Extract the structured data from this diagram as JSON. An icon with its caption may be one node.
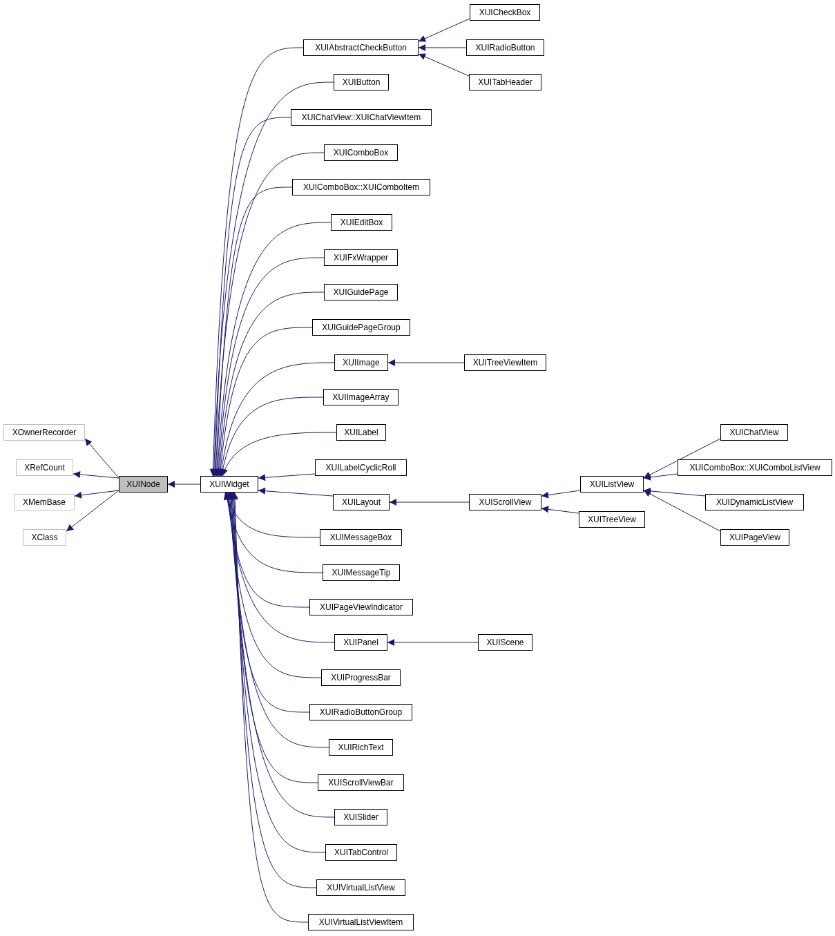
{
  "diagram": {
    "nodes": [
      {
        "text": [
          "XOwnerRecorder"
        ]
      },
      {
        "text": [
          "XRefCount"
        ]
      },
      {
        "text": [
          "XMemBase"
        ]
      },
      {
        "text": [
          "XClass"
        ]
      },
      {
        "text": [
          "XUINode"
        ]
      },
      {
        "text": [
          "XUIWidget"
        ]
      },
      {
        "text": [
          "XUIAbstractCheckButton"
        ]
      },
      {
        "text": [
          "XUICheckBox"
        ]
      },
      {
        "text": [
          "XUIRadioButton"
        ]
      },
      {
        "text": [
          "XUITabHeader"
        ]
      },
      {
        "text": [
          "XUIButton"
        ]
      },
      {
        "text": [
          "XUIChatView::XUIChatViewItem"
        ]
      },
      {
        "text": [
          "XUIComboBox"
        ]
      },
      {
        "text": [
          "XUIComboBox::XUIComboItem"
        ]
      },
      {
        "text": [
          "XUIEditBox"
        ]
      },
      {
        "text": [
          "XUIFxWrapper"
        ]
      },
      {
        "text": [
          "XUIGuidePage"
        ]
      },
      {
        "text": [
          "XUIGuidePageGroup"
        ]
      },
      {
        "text": [
          "XUIImage"
        ]
      },
      {
        "text": [
          "XUITreeViewItem"
        ]
      },
      {
        "text": [
          "XUIImageArray"
        ]
      },
      {
        "text": [
          "XUILabel"
        ]
      },
      {
        "text": [
          "XUILabelCyclicRoll"
        ]
      },
      {
        "text": [
          "XUILayout"
        ]
      },
      {
        "text": [
          "XUIScrollView"
        ]
      },
      {
        "text": [
          "XUIListView"
        ]
      },
      {
        "text": [
          "XUIChatView"
        ]
      },
      {
        "text": [
          "XUIComboBox::XUIComboListView"
        ]
      },
      {
        "text": [
          "XUIDynamicListView"
        ]
      },
      {
        "text": [
          "XUIPageView"
        ]
      },
      {
        "text": [
          "XUITreeView"
        ]
      },
      {
        "text": [
          "XUIMessageBox"
        ]
      },
      {
        "text": [
          "XUIMessageTip"
        ]
      },
      {
        "text": [
          "XUIPageViewIndicator"
        ]
      },
      {
        "text": [
          "XUIPanel"
        ]
      },
      {
        "text": [
          "XUIScene"
        ]
      },
      {
        "text": [
          "XUIProgressBar"
        ]
      },
      {
        "text": [
          "XUIRadioButtonGroup"
        ]
      },
      {
        "text": [
          "XUIRichText"
        ]
      },
      {
        "text": [
          "XUIScrollViewBar"
        ]
      },
      {
        "text": [
          "XUISlider"
        ]
      },
      {
        "text": [
          "XUITabControl"
        ]
      },
      {
        "text": [
          "XUIVirtualListView"
        ]
      },
      {
        "text": [
          "XUIVirtualListViewItem"
        ]
      }
    ],
    "edges": [
      {
        "from": 4,
        "to": 0,
        "arrow": "to"
      },
      {
        "from": 4,
        "to": 1,
        "arrow": "to"
      },
      {
        "from": 4,
        "to": 2,
        "arrow": "to"
      },
      {
        "from": 4,
        "to": 3,
        "arrow": "to"
      },
      {
        "from": 5,
        "to": 4,
        "arrow": "to"
      },
      {
        "from": 6,
        "to": 5,
        "arrow": "to"
      },
      {
        "from": 10,
        "to": 5,
        "arrow": "to"
      },
      {
        "from": 11,
        "to": 5,
        "arrow": "to"
      },
      {
        "from": 12,
        "to": 5,
        "arrow": "to"
      },
      {
        "from": 13,
        "to": 5,
        "arrow": "to"
      },
      {
        "from": 14,
        "to": 5,
        "arrow": "to"
      },
      {
        "from": 15,
        "to": 5,
        "arrow": "to"
      },
      {
        "from": 16,
        "to": 5,
        "arrow": "to"
      },
      {
        "from": 17,
        "to": 5,
        "arrow": "to"
      },
      {
        "from": 18,
        "to": 5,
        "arrow": "to"
      },
      {
        "from": 20,
        "to": 5,
        "arrow": "to"
      },
      {
        "from": 21,
        "to": 5,
        "arrow": "to"
      },
      {
        "from": 22,
        "to": 5,
        "arrow": "to"
      },
      {
        "from": 23,
        "to": 5,
        "arrow": "to"
      },
      {
        "from": 31,
        "to": 5,
        "arrow": "to"
      },
      {
        "from": 32,
        "to": 5,
        "arrow": "to"
      },
      {
        "from": 33,
        "to": 5,
        "arrow": "to"
      },
      {
        "from": 34,
        "to": 5,
        "arrow": "to"
      },
      {
        "from": 36,
        "to": 5,
        "arrow": "to"
      },
      {
        "from": 37,
        "to": 5,
        "arrow": "to"
      },
      {
        "from": 38,
        "to": 5,
        "arrow": "to"
      },
      {
        "from": 39,
        "to": 5,
        "arrow": "to"
      },
      {
        "from": 40,
        "to": 5,
        "arrow": "to"
      },
      {
        "from": 41,
        "to": 5,
        "arrow": "to"
      },
      {
        "from": 42,
        "to": 5,
        "arrow": "to"
      },
      {
        "from": 43,
        "to": 5,
        "arrow": "to"
      },
      {
        "from": 7,
        "to": 6,
        "arrow": "to"
      },
      {
        "from": 8,
        "to": 6,
        "arrow": "to"
      },
      {
        "from": 9,
        "to": 6,
        "arrow": "to"
      },
      {
        "from": 19,
        "to": 18,
        "arrow": "to"
      },
      {
        "from": 24,
        "to": 23,
        "arrow": "to"
      },
      {
        "from": 25,
        "to": 24,
        "arrow": "to"
      },
      {
        "from": 30,
        "to": 24,
        "arrow": "to"
      },
      {
        "from": 26,
        "to": 25,
        "arrow": "to"
      },
      {
        "from": 27,
        "to": 25,
        "arrow": "to"
      },
      {
        "from": 28,
        "to": 25,
        "arrow": "to"
      },
      {
        "from": 29,
        "to": 25,
        "arrow": "to"
      },
      {
        "from": 35,
        "to": 34,
        "arrow": "to"
      }
    ]
  }
}
